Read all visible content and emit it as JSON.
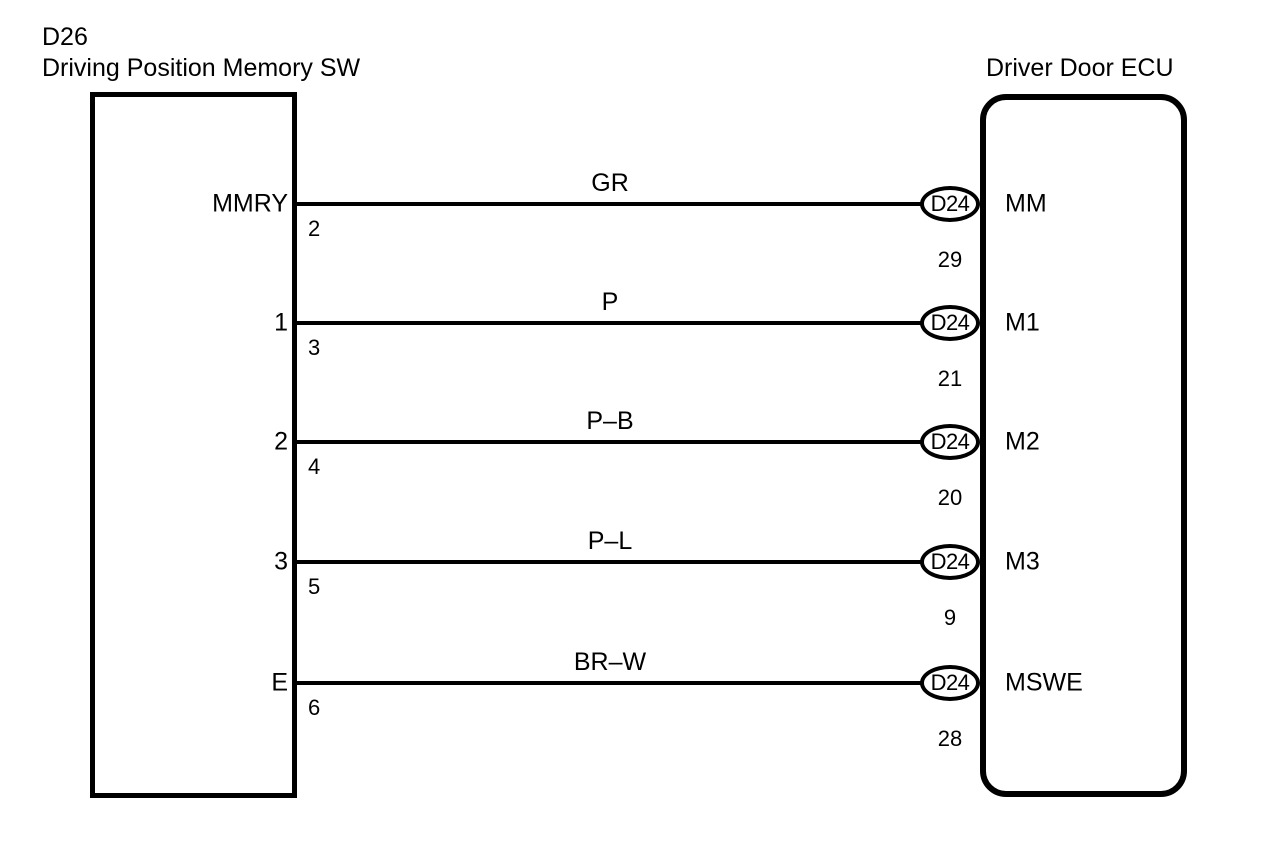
{
  "diagram": {
    "left_unit": {
      "code": "D26",
      "name": "Driving Position Memory SW"
    },
    "right_unit": {
      "name": "Driver Door ECU"
    },
    "rows": [
      {
        "left_terminal": "MMRY",
        "left_pin": "2",
        "wire_color": "GR",
        "connector_code": "D24",
        "right_pin": "29",
        "right_terminal": "MM"
      },
      {
        "left_terminal": "1",
        "left_pin": "3",
        "wire_color": "P",
        "connector_code": "D24",
        "right_pin": "21",
        "right_terminal": "M1"
      },
      {
        "left_terminal": "2",
        "left_pin": "4",
        "wire_color": "P–B",
        "connector_code": "D24",
        "right_pin": "20",
        "right_terminal": "M2"
      },
      {
        "left_terminal": "3",
        "left_pin": "5",
        "wire_color": "P–L",
        "connector_code": "D24",
        "right_pin": "9",
        "right_terminal": "M3"
      },
      {
        "left_terminal": "E",
        "left_pin": "6",
        "wire_color": "BR–W",
        "connector_code": "D24",
        "right_pin": "28",
        "right_terminal": "MSWE"
      }
    ],
    "geometry": {
      "row_y": [
        204,
        323,
        442,
        562,
        683
      ]
    },
    "colors": {
      "line": "#000000",
      "background": "#ffffff"
    }
  }
}
